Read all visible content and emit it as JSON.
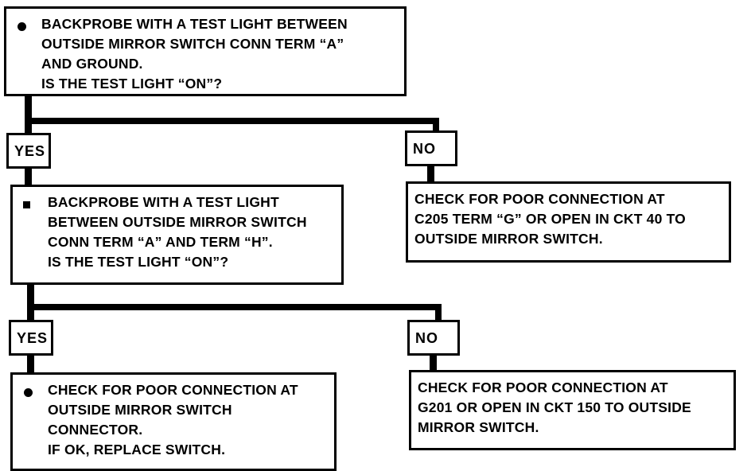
{
  "diagram": {
    "type": "troubleshooting-flowchart",
    "title": "Outside Mirror Switch Test Light Diagnostic",
    "line_color": "#000000",
    "background_color": "#ffffff",
    "nodes": [
      {
        "id": "step1",
        "kind": "decision",
        "bullet": "round",
        "lines": [
          "BACKPROBE WITH A TEST LIGHT BETWEEN",
          "OUTSIDE MIRROR SWITCH CONN TERM “A”",
          "AND GROUND.",
          "IS THE TEST LIGHT “ON”?"
        ]
      },
      {
        "id": "yes1",
        "kind": "branch-label",
        "lines": [
          "YES"
        ]
      },
      {
        "id": "no1",
        "kind": "branch-label",
        "lines": [
          "NO"
        ]
      },
      {
        "id": "result1",
        "kind": "action",
        "bullet": "none",
        "lines": [
          "CHECK FOR POOR CONNECTION AT",
          "C205 TERM “G” OR OPEN IN CKT 40 TO",
          "OUTSIDE MIRROR SWITCH."
        ]
      },
      {
        "id": "step2",
        "kind": "decision",
        "bullet": "square",
        "lines": [
          "BACKPROBE WITH A TEST LIGHT",
          "BETWEEN OUTSIDE MIRROR SWITCH",
          "CONN TERM “A” AND TERM “H”.",
          "IS THE TEST LIGHT “ON”?"
        ]
      },
      {
        "id": "yes2",
        "kind": "branch-label",
        "lines": [
          "YES"
        ]
      },
      {
        "id": "no2",
        "kind": "branch-label",
        "lines": [
          "NO"
        ]
      },
      {
        "id": "result2",
        "kind": "action",
        "bullet": "round",
        "lines": [
          "CHECK FOR POOR CONNECTION AT",
          "OUTSIDE MIRROR SWITCH",
          "CONNECTOR.",
          "IF OK, REPLACE SWITCH."
        ]
      },
      {
        "id": "result3",
        "kind": "action",
        "bullet": "none",
        "lines": [
          "CHECK FOR POOR CONNECTION AT",
          "G201 OR OPEN IN CKT 150 TO OUTSIDE",
          "MIRROR SWITCH."
        ]
      }
    ]
  },
  "step1": {
    "line1": "BACKPROBE WITH A TEST LIGHT BETWEEN",
    "line2": "OUTSIDE MIRROR SWITCH CONN TERM “A”",
    "line3": "AND GROUND.",
    "line4": "IS THE TEST LIGHT “ON”?"
  },
  "yes1": {
    "label": "YES"
  },
  "no1": {
    "label": "NO"
  },
  "result1": {
    "line1": "CHECK FOR POOR CONNECTION AT",
    "line2": "C205 TERM “G” OR OPEN IN CKT 40 TO",
    "line3": "OUTSIDE MIRROR SWITCH."
  },
  "step2": {
    "line1": "BACKPROBE WITH A TEST LIGHT",
    "line2": "BETWEEN OUTSIDE MIRROR SWITCH",
    "line3": "CONN TERM “A” AND TERM “H”.",
    "line4": "IS THE TEST LIGHT “ON”?"
  },
  "yes2": {
    "label": "YES"
  },
  "no2": {
    "label": "NO"
  },
  "result2": {
    "line1": "CHECK FOR POOR CONNECTION AT",
    "line2": "OUTSIDE MIRROR SWITCH",
    "line3": "CONNECTOR.",
    "line4": "IF OK, REPLACE SWITCH."
  },
  "result3": {
    "line1": "CHECK FOR POOR CONNECTION AT",
    "line2": "G201 OR OPEN IN CKT 150 TO OUTSIDE",
    "line3": "MIRROR SWITCH."
  }
}
